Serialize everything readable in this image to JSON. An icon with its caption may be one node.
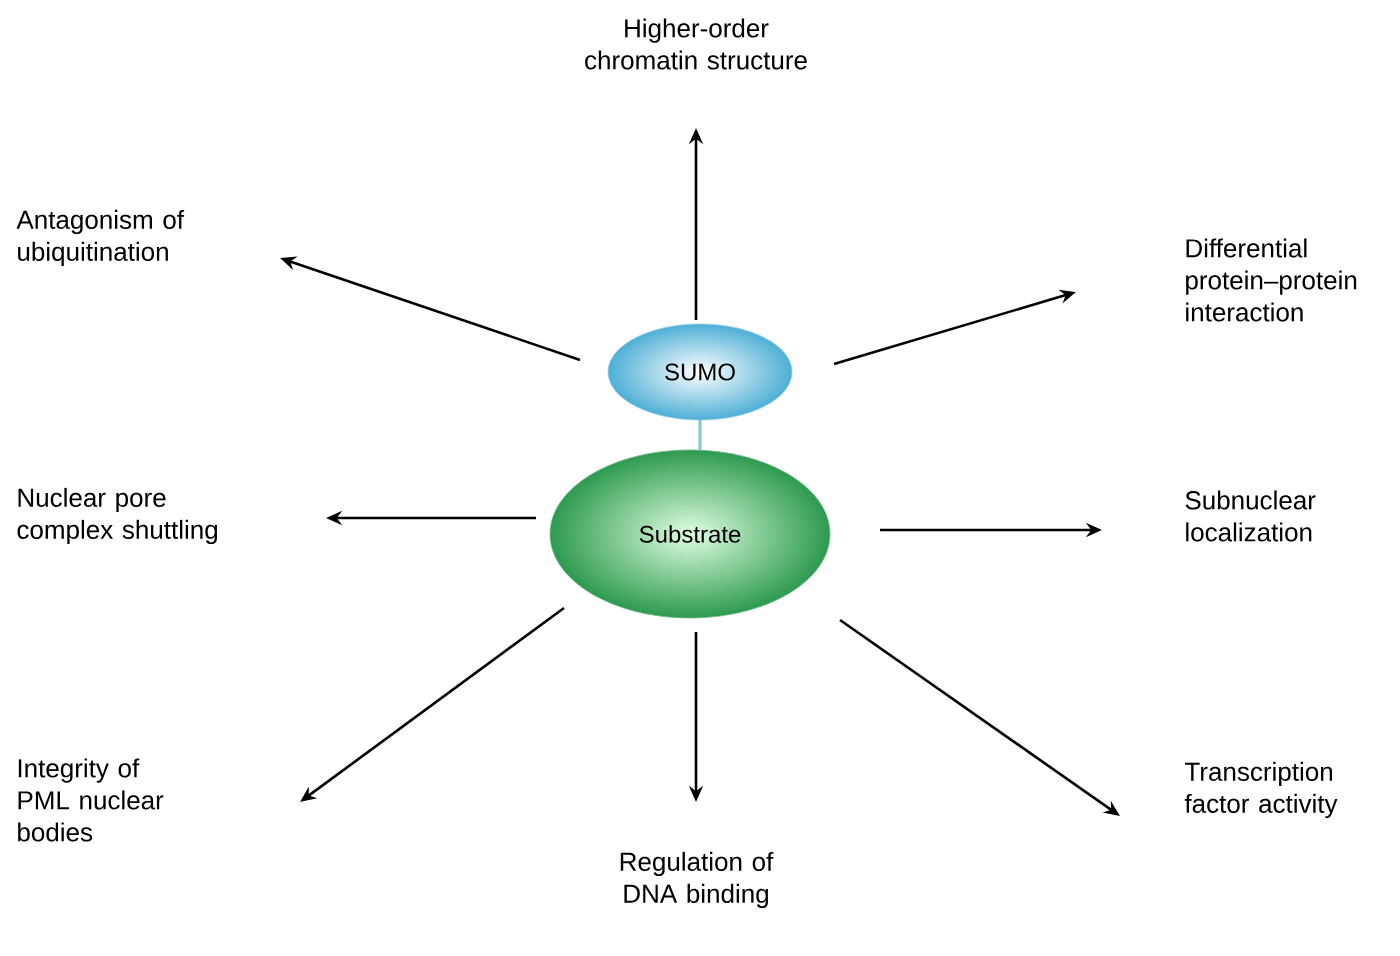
{
  "diagram": {
    "nodes": [
      {
        "text": [
          "SUMO"
        ]
      },
      {
        "text": [
          "Substrate"
        ]
      },
      {
        "text": [
          "Higher-order chromatin structure"
        ]
      },
      {
        "text": [
          "Antagonism of ubiquitination"
        ]
      },
      {
        "text": [
          "Differential protein–protein interaction"
        ]
      },
      {
        "text": [
          "Nuclear pore complex shuttling"
        ]
      },
      {
        "text": [
          "Subnuclear localization"
        ]
      },
      {
        "text": [
          "Integrity of PML nuclear bodies"
        ]
      },
      {
        "text": [
          "Transcription factor activity"
        ]
      },
      {
        "text": [
          "Regulation of DNA binding"
        ]
      }
    ],
    "edges": [
      {
        "from": 0,
        "to": 1,
        "arrow": "none",
        "color": "#84c7e2"
      },
      {
        "from": 0,
        "to": 2,
        "arrow": "to"
      },
      {
        "from": 0,
        "to": 3,
        "arrow": "to"
      },
      {
        "from": 0,
        "to": 4,
        "arrow": "to"
      },
      {
        "from": 1,
        "to": 5,
        "arrow": "to"
      },
      {
        "from": 1,
        "to": 6,
        "arrow": "to"
      },
      {
        "from": 1,
        "to": 7,
        "arrow": "to"
      },
      {
        "from": 1,
        "to": 8,
        "arrow": "to"
      },
      {
        "from": 1,
        "to": 9,
        "arrow": "to"
      }
    ]
  }
}
